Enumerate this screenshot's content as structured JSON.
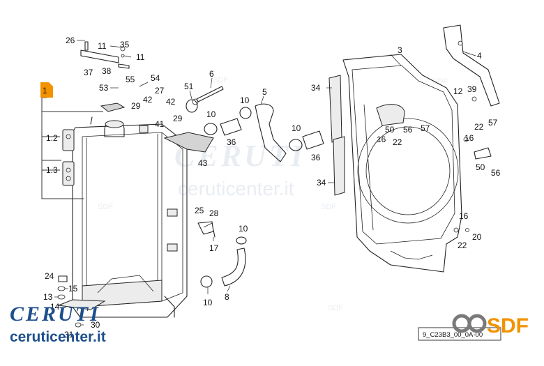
{
  "watermark": {
    "big": "CERUTI",
    "small": "ceruticenter.it",
    "sdf": "SDF"
  },
  "logo": {
    "name": "CERUTI",
    "url": "ceruticenter.it",
    "color": "#1d4f8c"
  },
  "sdf_logo": {
    "text": "SDF",
    "color": "#f39200",
    "ring_color": "#7a7a7a"
  },
  "drawing_code": "9_C23B3_00_0A-00",
  "group_label": "1",
  "sub_labels": [
    "1.2",
    "1.3"
  ],
  "callouts": {
    "c26": "26",
    "c11a": "11",
    "c35": "35",
    "c11b": "11",
    "c37": "37",
    "c38": "38",
    "c54": "54",
    "c53": "53",
    "c55": "55",
    "c6": "6",
    "c27": "27",
    "c42a": "42",
    "c29a": "29",
    "c42b": "42",
    "c51": "51",
    "c41": "41",
    "c29b": "29",
    "c5": "5",
    "c10a": "10",
    "c10b": "10",
    "c36a": "36",
    "c10c": "10",
    "c36b": "36",
    "c43": "43",
    "c3": "3",
    "c4": "4",
    "c34a": "34",
    "c34b": "34",
    "c12": "12",
    "c39": "39",
    "c16a": "16",
    "c50a": "50",
    "c56a": "56",
    "c57a": "57",
    "c22a": "22",
    "c22b": "22",
    "c57b": "57",
    "c16b": "16",
    "c50b": "50",
    "c56b": "56",
    "c16c": "16",
    "c20": "20",
    "c22c": "22",
    "c25": "25",
    "c28": "28",
    "c10d": "10",
    "c17": "17",
    "c10e": "10",
    "c8": "8",
    "c24": "24",
    "c15": "15",
    "c13": "13",
    "c14": "14",
    "c30": "30",
    "c31": "31"
  }
}
